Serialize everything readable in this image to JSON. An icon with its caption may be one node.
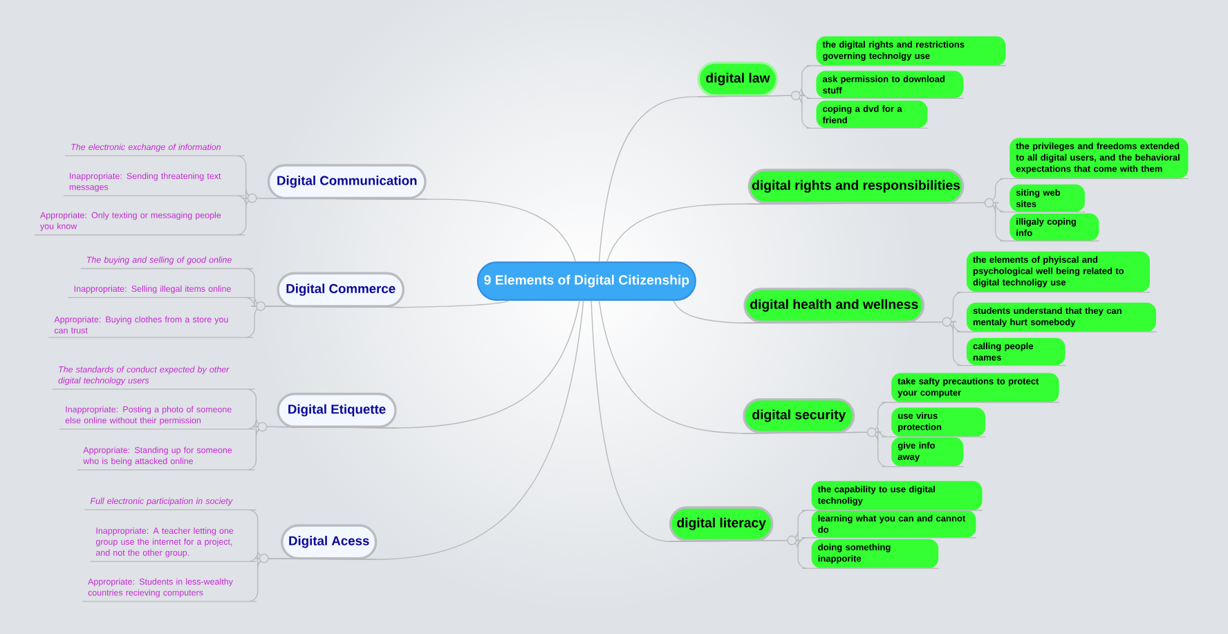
{
  "diagram": {
    "nodes": [
      {
        "text": [
          "9 Elements of Digital Citizenship"
        ]
      },
      {
        "text": [
          "digital law"
        ]
      },
      {
        "text": [
          "the digital rights and restrictions governing technolgy use"
        ]
      },
      {
        "text": [
          "ask permission to download stuff"
        ]
      },
      {
        "text": [
          "coping a dvd for a friend"
        ]
      },
      {
        "text": [
          "digital rights and responsibilities"
        ]
      },
      {
        "text": [
          "the privileges and freedoms extended to all digital users, and the behavioral expectations that come with them"
        ]
      },
      {
        "text": [
          "siting web sites"
        ]
      },
      {
        "text": [
          "illigaly coping  info"
        ]
      },
      {
        "text": [
          "digital health and wellness"
        ]
      },
      {
        "text": [
          "the elements of phyiscal and psychological well being related to digital technoligy use"
        ]
      },
      {
        "text": [
          "students understand that they can mentaly hurt somebody"
        ]
      },
      {
        "text": [
          "calling people names"
        ]
      },
      {
        "text": [
          "digital security"
        ]
      },
      {
        "text": [
          "take safty precautions to protect your computer"
        ]
      },
      {
        "text": [
          "use virus protection"
        ]
      },
      {
        "text": [
          "give info away"
        ]
      },
      {
        "text": [
          "digital literacy"
        ]
      },
      {
        "text": [
          "the capability to use digital technoligy"
        ]
      },
      {
        "text": [
          "learning what you can and cannot do"
        ]
      },
      {
        "text": [
          "doing something inapporite"
        ]
      },
      {
        "text": [
          "Digital Communication"
        ]
      },
      {
        "text": [
          "The electronic exchange of information"
        ]
      },
      {
        "text": [
          "Inappropriate: Sending threatening text messages"
        ]
      },
      {
        "text": [
          "Appropriate: Only texting or messaging people you know"
        ]
      },
      {
        "text": [
          "Digital Commerce"
        ]
      },
      {
        "text": [
          "The buying and selling of good online"
        ]
      },
      {
        "text": [
          "Inappropriate: Selling illegal items online"
        ]
      },
      {
        "text": [
          "Appropriate: Buying clothes from a store you can trust"
        ]
      },
      {
        "text": [
          "Digital Etiquette"
        ]
      },
      {
        "text": [
          "The standards of conduct expected by other digital technology users"
        ]
      },
      {
        "text": [
          "Inappropriate: Posting a photo of someone else online without their permission"
        ]
      },
      {
        "text": [
          "Appropriate: Standing up for someone who is being attacked online"
        ]
      },
      {
        "text": [
          "Digital Acess"
        ]
      },
      {
        "text": [
          "Full electronic participation in society"
        ]
      },
      {
        "text": [
          "Inappropriate: A teacher letting one group use the internet for a project, and not the other group."
        ]
      },
      {
        "text": [
          "Appropriate: Students in less-wealthy countries recieving computers"
        ]
      }
    ],
    "edges": [
      {
        "from": 0,
        "to": 1,
        "arrow": "none"
      },
      {
        "from": 0,
        "to": 5,
        "arrow": "none"
      },
      {
        "from": 0,
        "to": 9,
        "arrow": "none"
      },
      {
        "from": 0,
        "to": 13,
        "arrow": "none"
      },
      {
        "from": 0,
        "to": 17,
        "arrow": "none"
      },
      {
        "from": 0,
        "to": 21,
        "arrow": "none"
      },
      {
        "from": 0,
        "to": 25,
        "arrow": "none"
      },
      {
        "from": 0,
        "to": 29,
        "arrow": "none"
      },
      {
        "from": 0,
        "to": 33,
        "arrow": "none"
      },
      {
        "from": 1,
        "to": 2,
        "arrow": "none"
      },
      {
        "from": 1,
        "to": 3,
        "arrow": "none"
      },
      {
        "from": 1,
        "to": 4,
        "arrow": "none"
      },
      {
        "from": 5,
        "to": 6,
        "arrow": "none"
      },
      {
        "from": 5,
        "to": 7,
        "arrow": "none"
      },
      {
        "from": 5,
        "to": 8,
        "arrow": "none"
      },
      {
        "from": 9,
        "to": 10,
        "arrow": "none"
      },
      {
        "from": 9,
        "to": 11,
        "arrow": "none"
      },
      {
        "from": 9,
        "to": 12,
        "arrow": "none"
      },
      {
        "from": 13,
        "to": 14,
        "arrow": "none"
      },
      {
        "from": 13,
        "to": 15,
        "arrow": "none"
      },
      {
        "from": 13,
        "to": 16,
        "arrow": "none"
      },
      {
        "from": 17,
        "to": 18,
        "arrow": "none"
      },
      {
        "from": 17,
        "to": 19,
        "arrow": "none"
      },
      {
        "from": 17,
        "to": 20,
        "arrow": "none"
      },
      {
        "from": 21,
        "to": 22,
        "arrow": "none"
      },
      {
        "from": 21,
        "to": 23,
        "arrow": "none"
      },
      {
        "from": 21,
        "to": 24,
        "arrow": "none"
      },
      {
        "from": 25,
        "to": 26,
        "arrow": "none"
      },
      {
        "from": 25,
        "to": 27,
        "arrow": "none"
      },
      {
        "from": 25,
        "to": 28,
        "arrow": "none"
      },
      {
        "from": 29,
        "to": 30,
        "arrow": "none"
      },
      {
        "from": 29,
        "to": 31,
        "arrow": "none"
      },
      {
        "from": 29,
        "to": 32,
        "arrow": "none"
      },
      {
        "from": 33,
        "to": 34,
        "arrow": "none"
      },
      {
        "from": 33,
        "to": 35,
        "arrow": "none"
      },
      {
        "from": 33,
        "to": 36,
        "arrow": "none"
      }
    ]
  }
}
